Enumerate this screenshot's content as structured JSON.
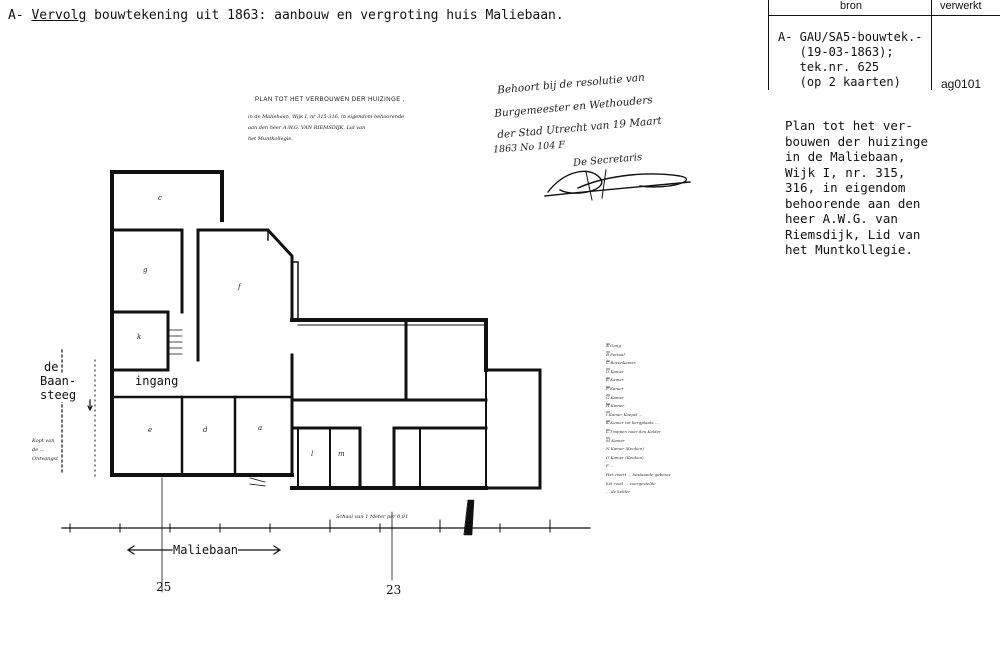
{
  "heading": {
    "prefix": "A-",
    "underlined": "Vervolg",
    "rest": "bouwtekening uit 1863: aanbouw en vergroting huis Maliebaan."
  },
  "table": {
    "col_bron": "bron",
    "col_verwerkt": "verwerkt",
    "bron_text": "A- GAU/SA5-bouwtek.-\n   (19-03-1863);\n   tek.nr. 625\n   (op 2 kaarten)",
    "verwerkt_text": "ag0101"
  },
  "description": "Plan tot het ver-\nbouwen der huizinge\nin de Maliebaan,\nWijk I, nr. 315,\n316, in eigendom\nbehoorende aan den\nheer A.W.G. van\nRiemsdijk, Lid van\nhet Muntkollegie.",
  "plan": {
    "title": "PLAN TOT HET VERBOUWEN DER HUIZINGE ,",
    "subtitle": "in de Maliebaan, Wijk I, nr 315-316, in eigendom behoorende\naan den heer A.W.G. VAN RIEMSDIJK, Lid van\nhet Muntkollegie."
  },
  "handwriting": {
    "line1": "Behoort bij de resolutie van",
    "line2": "Burgemeester en Wethouders",
    "line3": "der Stad Utrecht van 19 Maart",
    "line4": "1863 No 104 F",
    "line5": "De Secretaris",
    "signature": "W.J. Kleine"
  },
  "annotations": {
    "baansteeg_1": "de",
    "baansteeg_2": "Baan-",
    "baansteeg_3": "steeg",
    "ingang": "ingang",
    "maliebaan": "Maliebaan",
    "number_left": "25",
    "number_right": "23",
    "left_note": "Kopt van\nde ...\nOntvangst",
    "scale_note": "Schaal van 1 Meter per 0,01"
  },
  "legend": "A Gang\nB Portaal\nC Bovenkamer\nD Kamer\nE Kamer\nF Kamer\nG Kamer\nH Kamer\nI Kamer Koepel ...\nK Kamer tot bergplaats ...\nL Trappen naar den Kelder\nM Kamer\nN Kamer (Keuken)\nO Kamer (Keuken)\nP ...\nHet zwart ... bestaande gebouw\nhet rood ... voorgestelde\n... de kelder"
}
